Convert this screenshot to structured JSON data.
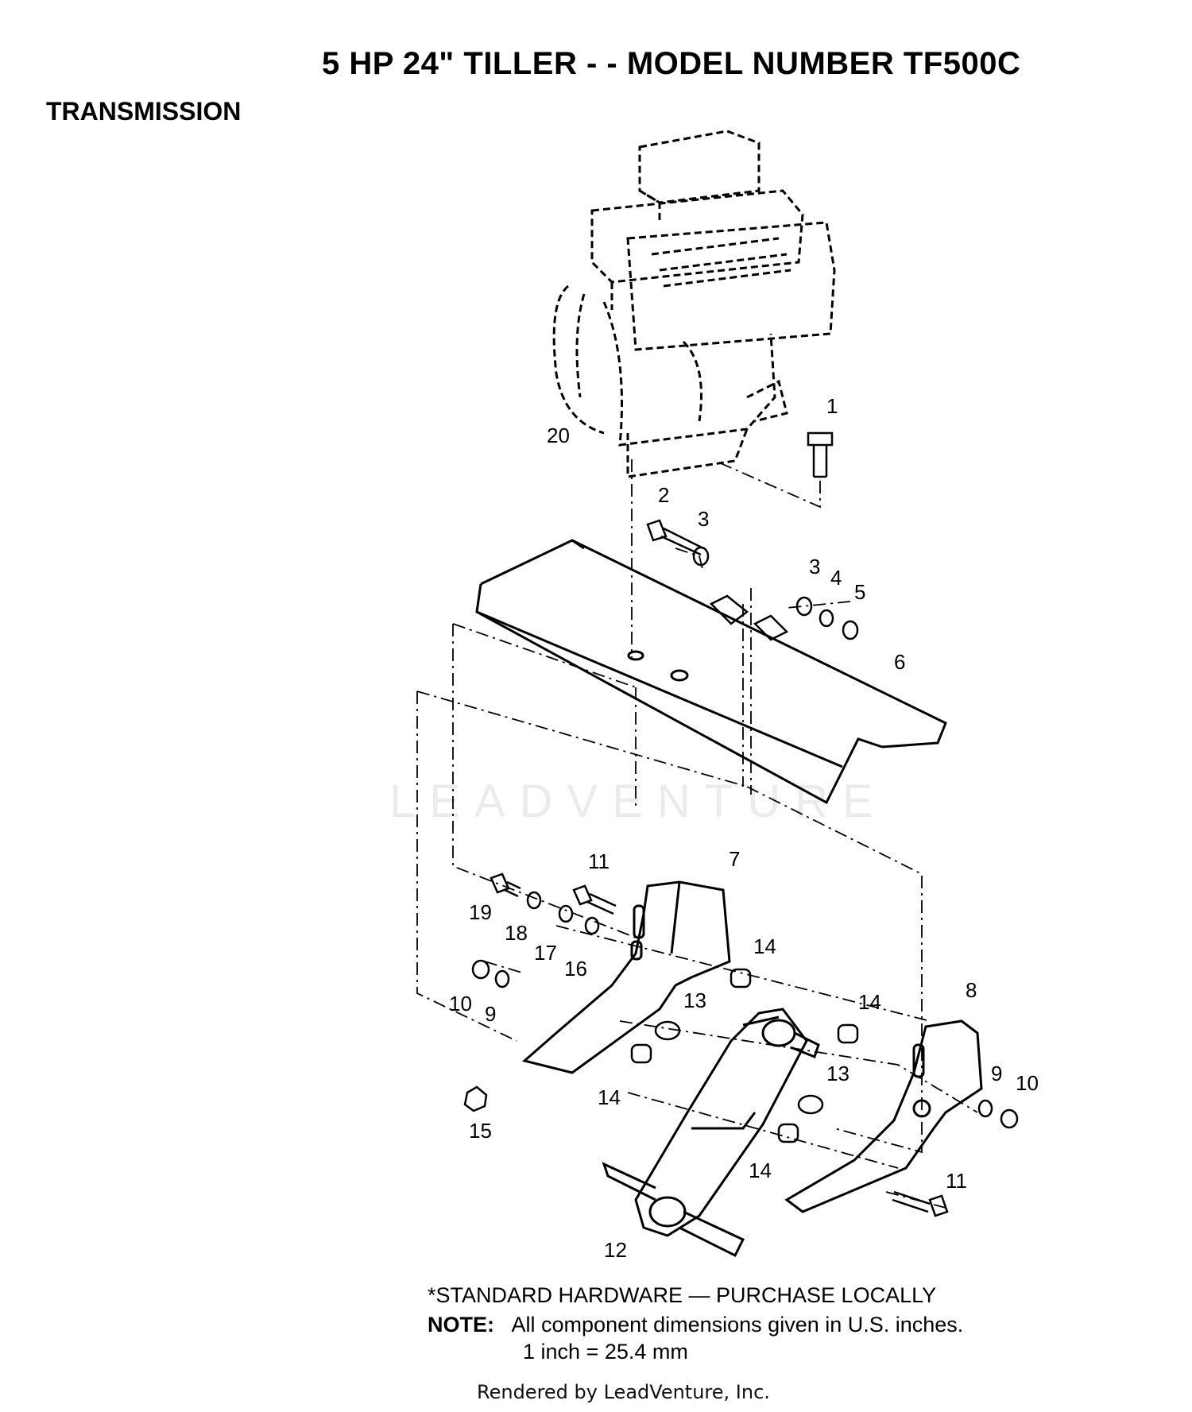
{
  "header": {
    "title": "5 HP 24\" TILLER - - MODEL NUMBER TF500C",
    "section": "TRANSMISSION"
  },
  "watermark": "LEADVENTURE",
  "diagram": {
    "callouts": [
      {
        "id": "c1",
        "label": "1"
      },
      {
        "id": "c2",
        "label": "2"
      },
      {
        "id": "c3a",
        "label": "3"
      },
      {
        "id": "c3b",
        "label": "3"
      },
      {
        "id": "c4",
        "label": "4"
      },
      {
        "id": "c5",
        "label": "5"
      },
      {
        "id": "c6",
        "label": "6"
      },
      {
        "id": "c7",
        "label": "7"
      },
      {
        "id": "c8",
        "label": "8"
      },
      {
        "id": "c9a",
        "label": "9"
      },
      {
        "id": "c9b",
        "label": "9"
      },
      {
        "id": "c10a",
        "label": "10"
      },
      {
        "id": "c10b",
        "label": "10"
      },
      {
        "id": "c11a",
        "label": "11"
      },
      {
        "id": "c11b",
        "label": "11"
      },
      {
        "id": "c12",
        "label": "12"
      },
      {
        "id": "c13a",
        "label": "13"
      },
      {
        "id": "c13b",
        "label": "13"
      },
      {
        "id": "c14a",
        "label": "14"
      },
      {
        "id": "c14b",
        "label": "14"
      },
      {
        "id": "c14c",
        "label": "14"
      },
      {
        "id": "c14d",
        "label": "14"
      },
      {
        "id": "c15",
        "label": "15"
      },
      {
        "id": "c16",
        "label": "16"
      },
      {
        "id": "c17",
        "label": "17"
      },
      {
        "id": "c18",
        "label": "18"
      },
      {
        "id": "c19",
        "label": "19"
      },
      {
        "id": "c20",
        "label": "20"
      }
    ]
  },
  "notes": {
    "standard_hardware": "*STANDARD HARDWARE — PURCHASE LOCALLY",
    "note_label": "NOTE:",
    "note_text": "All component dimensions given in U.S. inches.",
    "conversion": "1 inch = 25.4 mm"
  },
  "footer": "Rendered by LeadVenture, Inc."
}
